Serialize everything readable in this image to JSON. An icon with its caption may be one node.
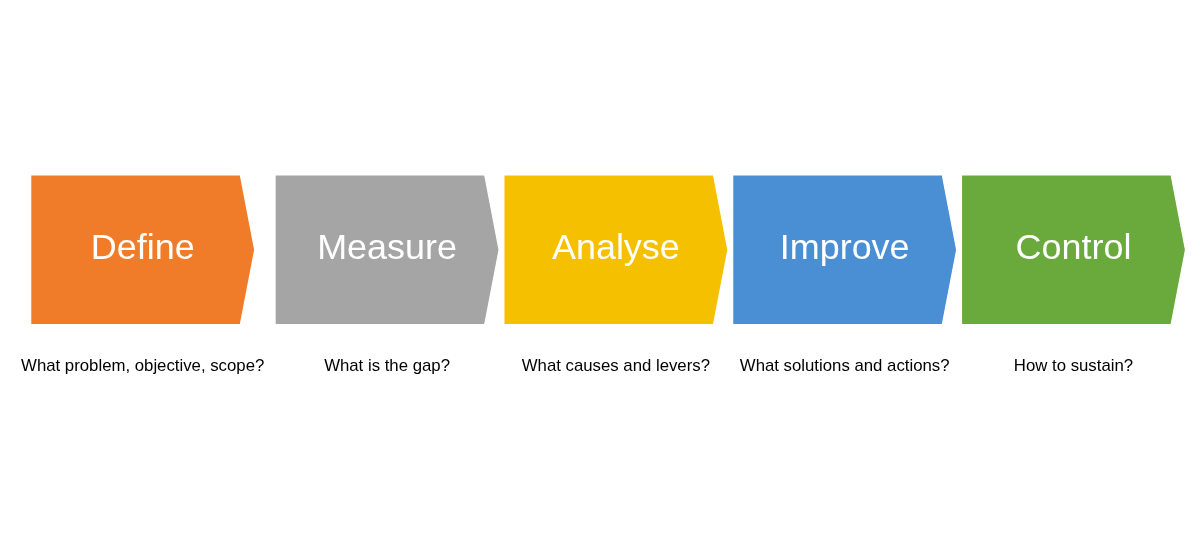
{
  "diagram": {
    "nodes": [
      {
        "text": [
          "Define"
        ],
        "beside": [
          "What problem, objective, scope?"
        ]
      },
      {
        "text": [
          "Measure"
        ],
        "beside": [
          "What is the gap?"
        ]
      },
      {
        "text": [
          "Analyse"
        ],
        "beside": [
          "What causes and levers?"
        ]
      },
      {
        "text": [
          "Improve"
        ],
        "beside": [
          "What solutions and actions?"
        ]
      },
      {
        "text": [
          "Control"
        ],
        "beside": [
          "How to sustain?"
        ]
      }
    ],
    "edges": []
  }
}
